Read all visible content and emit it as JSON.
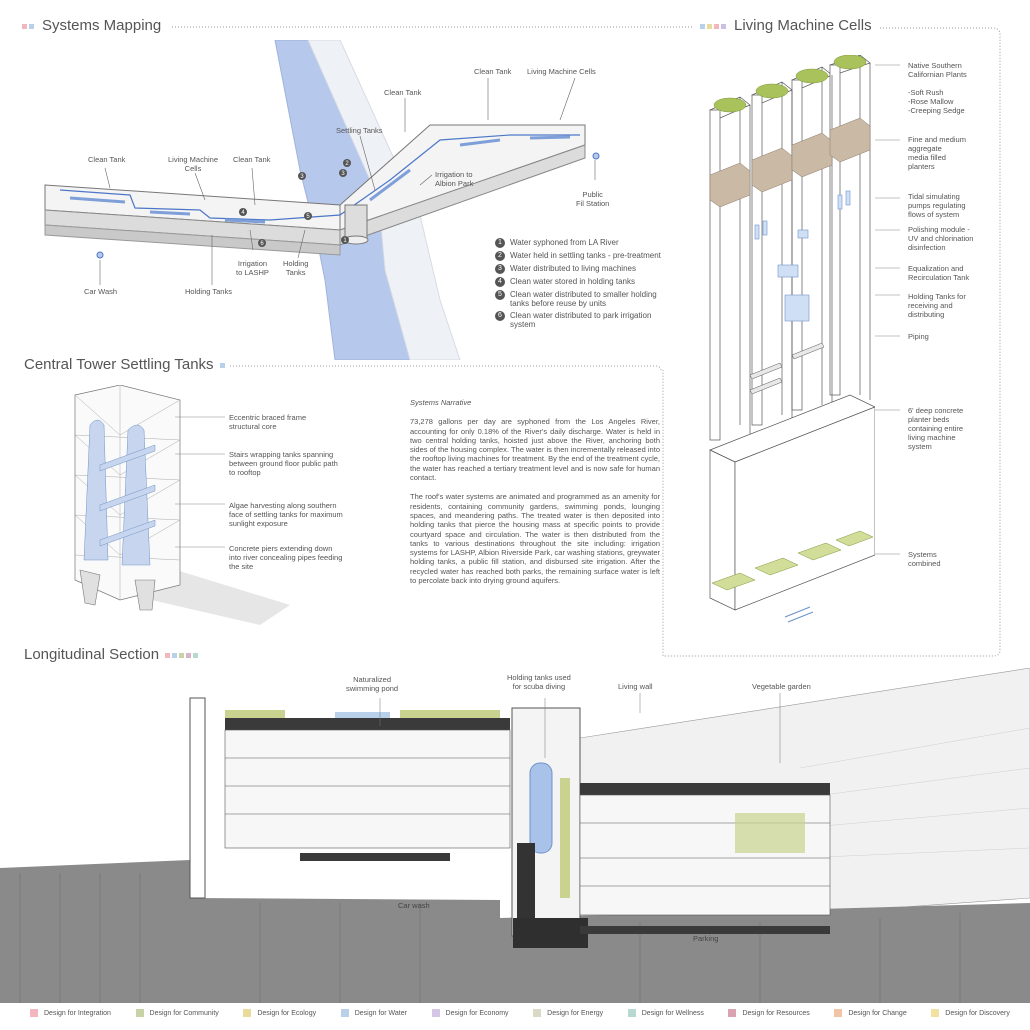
{
  "sections": {
    "systems_mapping": "Systems Mapping",
    "living_machine_cells": "Living Machine Cells",
    "central_tower": "Central Tower Settling Tanks",
    "longitudinal_section": "Longitudinal Section"
  },
  "heading_colors": {
    "systems_mapping": [
      "#f2b6bd",
      "#b9d0ea"
    ],
    "living_machine_cells": [
      "#b9d0ea",
      "#e9dc9a",
      "#f2b6bd",
      "#c9c0e3"
    ],
    "central_tower": [
      "#b9d0ea"
    ],
    "longitudinal_section": [
      "#f2b6bd",
      "#b9d0ea",
      "#c9d2a6",
      "#d9b3c9",
      "#b7d9d2"
    ]
  },
  "map_labels": {
    "clean_tank_top": "Clean Tank",
    "living_machine_cells_top": "Living Machine Cells",
    "clean_tank_mid": "Clean Tank",
    "settling_tanks": "Settling Tanks",
    "irrigation_albion": "Irrigation to\nAlbion Park",
    "public_fill": "Public\nFil Station",
    "clean_tank_left": "Clean Tank",
    "living_machine_left": "Living Machine\nCells",
    "clean_tank_center": "Clean Tank",
    "irrigation_lashp": "Irrigation\nto LASHP",
    "holding_tanks_right": "Holding\nTanks",
    "holding_tanks_left": "Holding Tanks",
    "car_wash": "Car Wash"
  },
  "map_legend": [
    {
      "num": "1",
      "text": "Water syphoned from LA River"
    },
    {
      "num": "2",
      "text": "Water held in settling tanks - pre-treatment"
    },
    {
      "num": "3",
      "text": "Water distributed to living machines"
    },
    {
      "num": "4",
      "text": "Clean water stored in holding tanks"
    },
    {
      "num": "5",
      "text": "Clean water distributed to smaller holding\ntanks before reuse by units"
    },
    {
      "num": "6",
      "text": "Clean water distributed to park irrigation\nsystem"
    }
  ],
  "cells_annotations": [
    "Native Southern\nCalifornian Plants\n\n-Soft Rush\n-Rose Mallow\n-Creeping Sedge",
    "Fine and medium\naggregate\nmedia filled\nplanters",
    "Tidal simulating\npumps regulating\nflows of system",
    "Polishing module -\nUV and chlorination\ndisinfection",
    "Equalization and\nRecirculation Tank",
    "Holding Tanks for\nreceiving and\ndistributing",
    "Piping",
    "6' deep concrete\nplanter beds\ncontaining entire\nliving machine\nsystem",
    "Systems\ncombined"
  ],
  "tower_annotations": [
    "Eccentric braced frame\nstructural core",
    "Stairs wrapping tanks spanning\nbetween ground floor public path\nto rooftop",
    "Algae harvesting along southern\nface of settling tanks for maximum\nsunlight exposure",
    "Concrete piers extending down\ninto river concealing pipes feeding\nthe site"
  ],
  "narrative": {
    "title": "Systems Narrative",
    "p1": "73,278 gallons per day are syphoned from the Los Angeles River, accounting for only 0.18% of the River's daily discharge. Water is held in two central holding tanks, hoisted just above the River, anchoring both sides of the housing complex. The water is then incrementally released into the rooftop living machines for treatment. By the end of the treatment cycle, the water has reached a tertiary treatment level and is now safe for human contact.",
    "p2": "The roof's water systems are animated and programmed as an amenity for residents, containing community gardens, swimming ponds, lounging spaces, and meandering paths. The treated water is then deposited into holding tanks that pierce the housing mass at specific points to provide courtyard space and circulation. The water is then distributed from the tanks to various destinations throughout the site including: irrigation systems for LASHP, Albion Riverside Park, car washing stations, greywater holding tanks, a public fill station, and disbursed site irrigation. After the recycled water has reached both parks, the remaining surface water is left to percolate back into drying ground aquifers."
  },
  "section_labels": {
    "pond": "Naturalized\nswimming pond",
    "scuba": "Holding tanks used\nfor scuba diving",
    "living_wall": "Living wall",
    "vegetable": "Vegetable garden",
    "car_wash": "Car wash",
    "parking": "Parking"
  },
  "bottom_legend": [
    {
      "label": "Design for Integration",
      "color": "#f2b6bd"
    },
    {
      "label": "Design for Community",
      "color": "#c9d2a6"
    },
    {
      "label": "Design for Ecology",
      "color": "#e9dc9a"
    },
    {
      "label": "Design for Water",
      "color": "#b9d0ea"
    },
    {
      "label": "Design for Economy",
      "color": "#d6c6e6"
    },
    {
      "label": "Design for Energy",
      "color": "#d9d9c6"
    },
    {
      "label": "Design for Wellness",
      "color": "#b7d9d2"
    },
    {
      "label": "Design for Resources",
      "color": "#d9a3b3"
    },
    {
      "label": "Design for Change",
      "color": "#f2c4a6"
    },
    {
      "label": "Design for Discovery",
      "color": "#f2e2a2"
    }
  ]
}
